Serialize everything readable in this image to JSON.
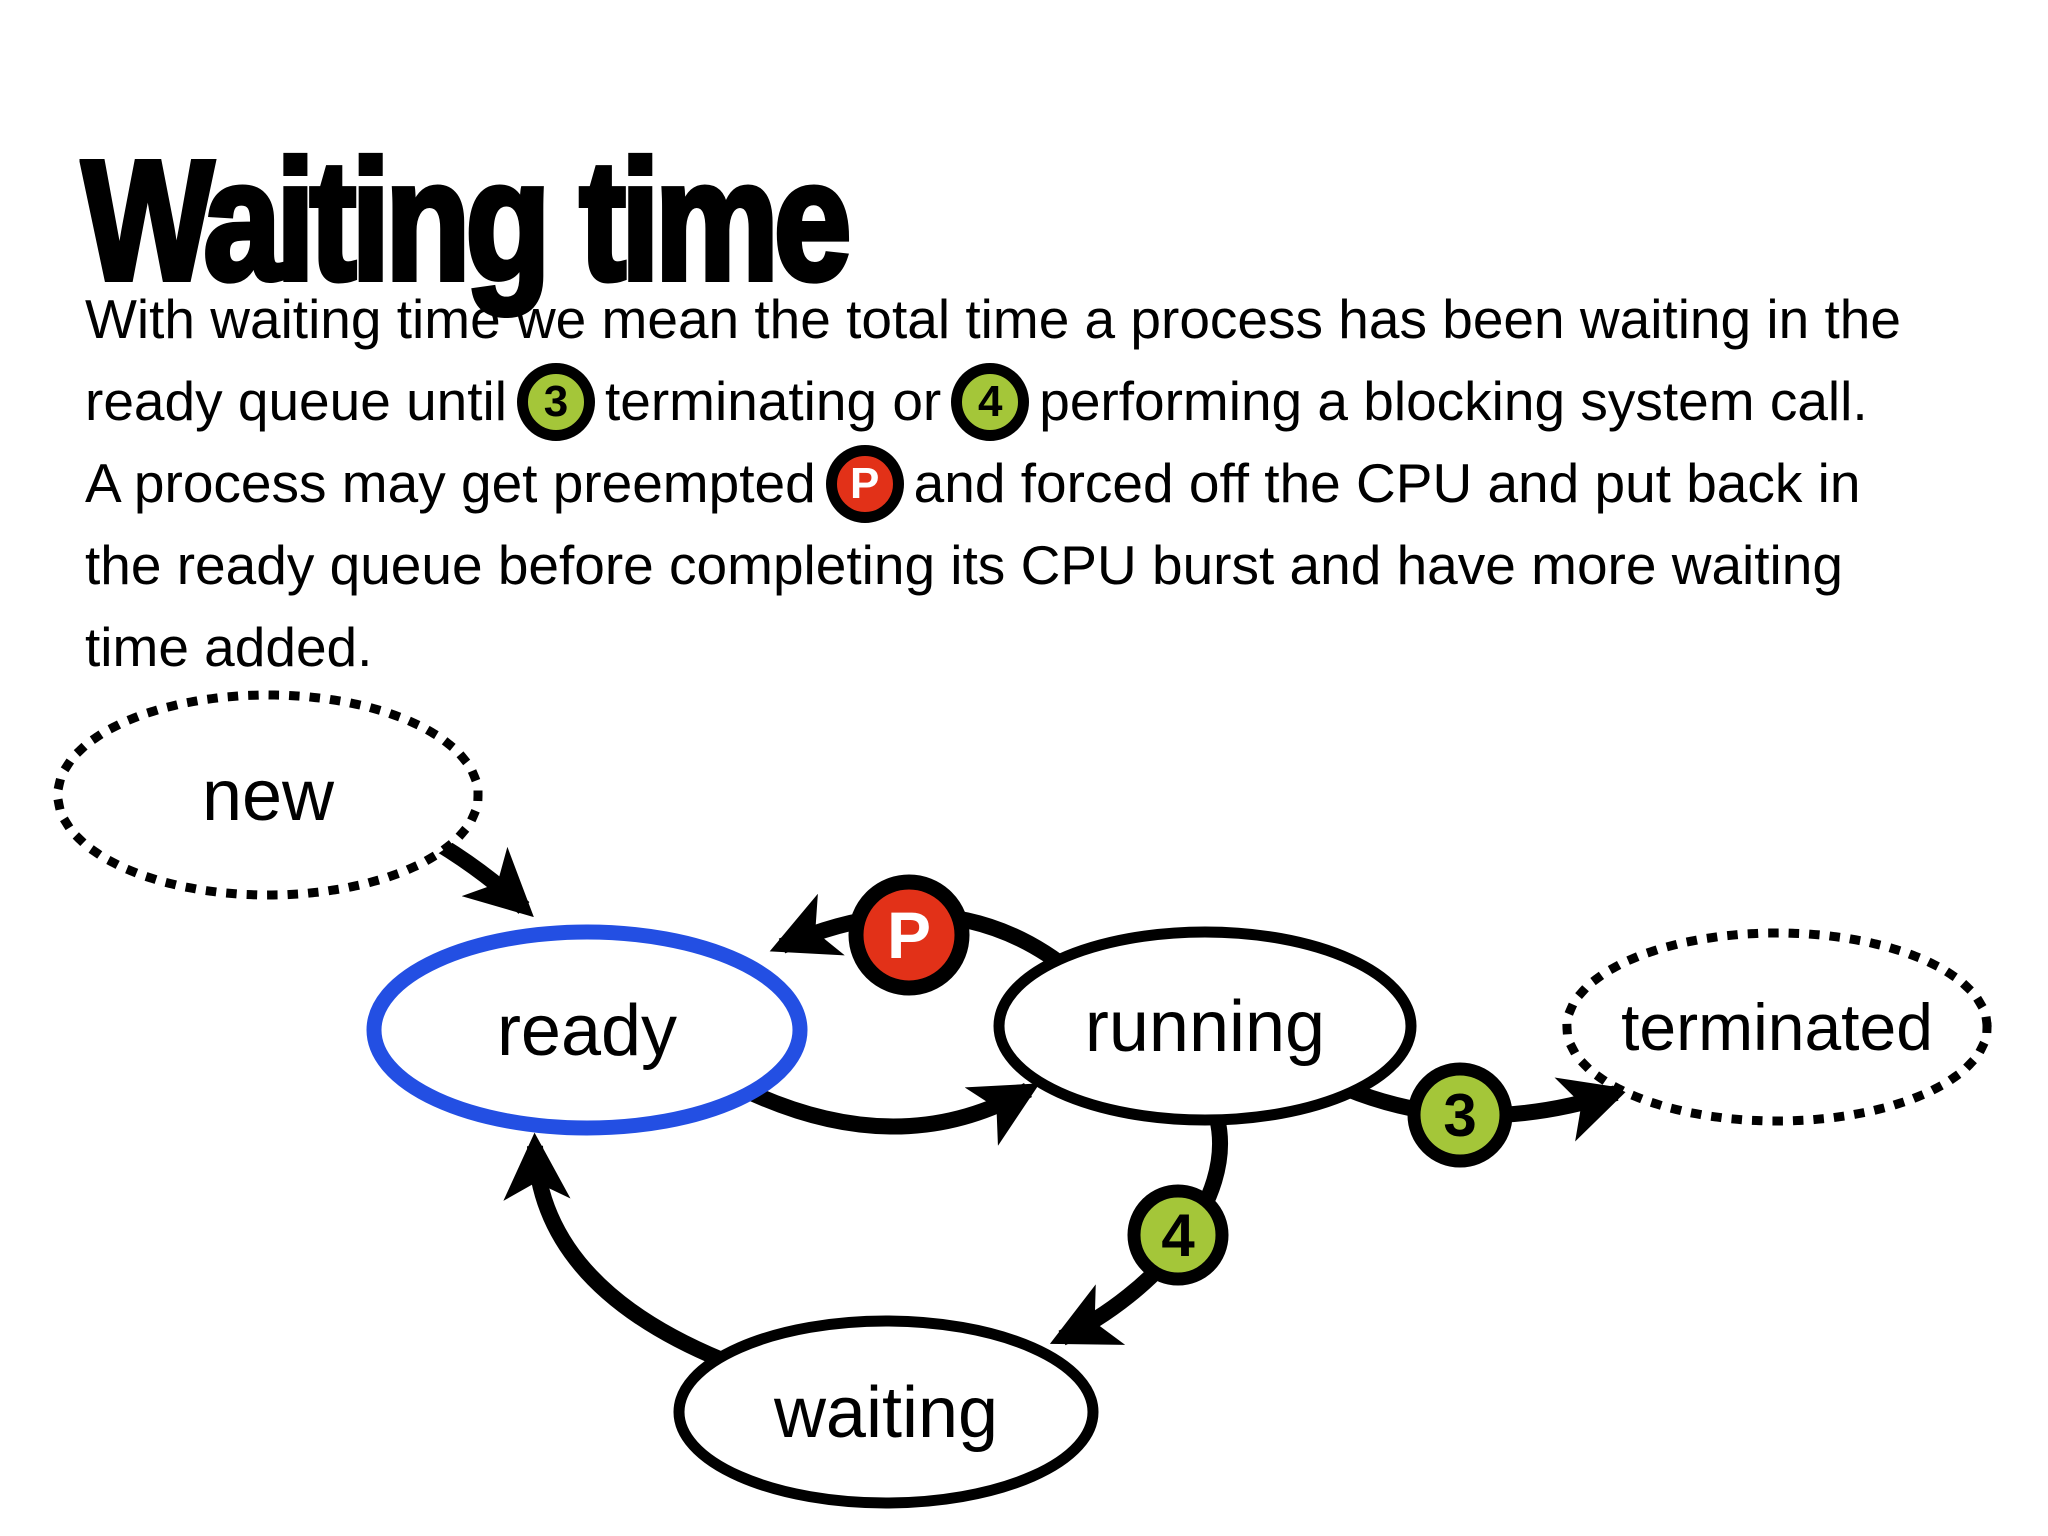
{
  "title": "Waiting time",
  "paragraph": {
    "line1": "With waiting time we mean the total time a process has been waiting in the",
    "line2a": "ready queue until",
    "line2b": "terminating or",
    "line2c": "performing a blocking system call.",
    "line3a": "A process may get preempted",
    "line3b": "and forced off the CPU and put back in",
    "line4": "the ready queue before completing its CPU burst and have more waiting",
    "line5": "time added."
  },
  "badges": {
    "preempt": "P",
    "terminate": "3",
    "block": "4"
  },
  "diagram": {
    "labels": {
      "new": "new",
      "ready": "ready",
      "running": "running",
      "terminated": "terminated",
      "waiting": "waiting"
    }
  },
  "colors": {
    "ready_ring": "#234fe3",
    "badge_red": "#e23118",
    "badge_green": "#a4c639",
    "ink": "#000000"
  }
}
